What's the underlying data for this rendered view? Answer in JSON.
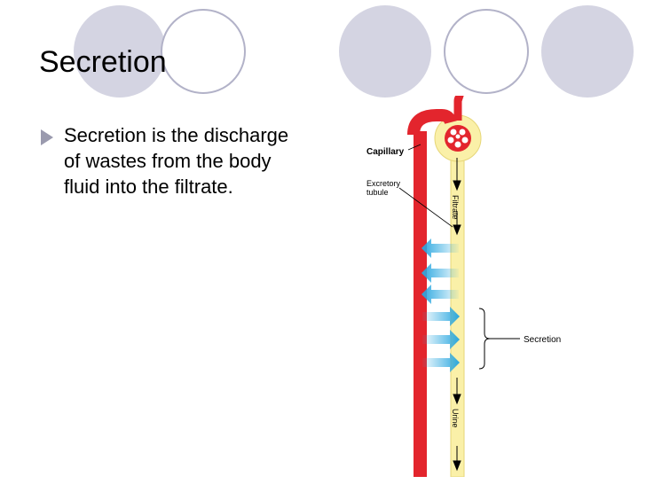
{
  "slide": {
    "title": "Secretion",
    "bullets": [
      "Secretion is the discharge of wastes from the body fluid into the filtrate."
    ]
  },
  "diagram": {
    "labels": {
      "capillary": "Capillary",
      "excretory": "Excretory",
      "tubule": "tubule",
      "filtrate": "Filtrate",
      "urine": "Urine",
      "secretion": "Secretion"
    }
  },
  "colors": {
    "decor_circle_fill": "#d4d4e2",
    "decor_circle_stroke": "#b2b2c8",
    "bullet": "#9a9aae",
    "capillary": "#e3252d",
    "tubule": "#faf0a8",
    "arrow": "#2aa7e0"
  }
}
